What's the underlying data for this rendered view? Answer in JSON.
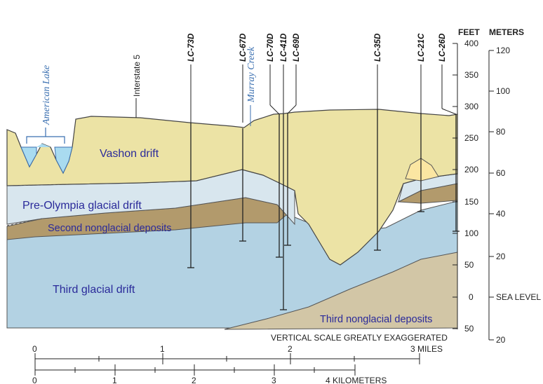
{
  "axes": {
    "feet_label": "FEET",
    "meters_label": "METERS",
    "feet_ticks": [
      "400",
      "350",
      "300",
      "250",
      "200",
      "150",
      "100",
      "50",
      "0",
      "50"
    ],
    "meters_ticks": [
      "120",
      "100",
      "80",
      "60",
      "40",
      "20",
      "SEA LEVEL",
      "20"
    ]
  },
  "features": {
    "lake": "American Lake",
    "creek": "Murray Creek",
    "highway": "Interstate 5"
  },
  "wells": [
    "LC-73D",
    "LC-67D",
    "LC-70D",
    "LC-41D",
    "LC-69D",
    "LC-35D",
    "LC-21C",
    "LC-26D"
  ],
  "units": {
    "vashon": "Vashon drift",
    "pre_olympia": "Pre-Olympia glacial drift",
    "second_nonglacial": "Second nonglacial deposits",
    "third_glacial": "Third glacial drift",
    "third_nonglacial": "Third nonglacial deposits"
  },
  "notes": {
    "vertical_exaggeration": "VERTICAL SCALE GREATLY EXAGGERATED"
  },
  "scale_bar": {
    "miles_ticks": [
      "0",
      "1",
      "2",
      "3 MILES"
    ],
    "km_ticks": [
      "0",
      "1",
      "2",
      "3",
      "4 KILOMETERS"
    ]
  },
  "colors": {
    "vashon": "#ece3a5",
    "pre_olympia": "#d8e6ee",
    "second_nonglacial": "#b29a6c",
    "third_glacial": "#b3d2e3",
    "third_nonglacial": "#d2c6a6",
    "recessional": "#fbe6a2",
    "water": "#a9dbf0"
  }
}
